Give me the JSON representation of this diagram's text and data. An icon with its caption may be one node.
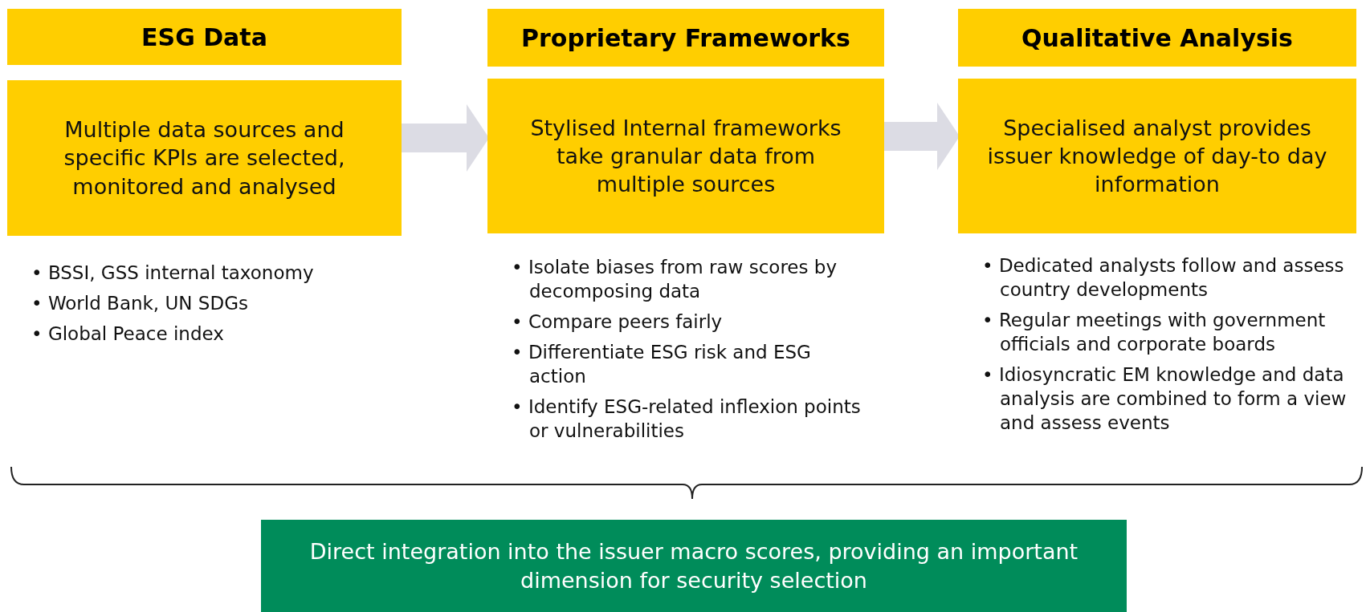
{
  "diagram": {
    "nodes": [
      {
        "text": [
          "ESG Data"
        ]
      },
      {
        "text": [
          "Multiple data sources and specific KPIs are selected, monitored and analysed"
        ],
        "beside": [
          "• BSSI, GSS internal taxonomy",
          "• World Bank, UN SDGs",
          "• Global Peace index"
        ]
      },
      {
        "text": [
          "Proprietary Frameworks"
        ]
      },
      {
        "text": [
          "Stylised Internal frameworks take granular data from multiple sources"
        ],
        "beside": [
          "• Isolate biases from raw scores by decomposing data",
          "• Compare peers fairly",
          "• Differentiate ESG risk and ESG action",
          "• Identify ESG-related inflexion points or vulnerabilities"
        ]
      },
      {
        "text": [
          "Qualitative Analysis"
        ]
      },
      {
        "text": [
          "Specialised analyst provides issuer knowledge of day-to day information"
        ],
        "beside": [
          "• Dedicated analysts follow and assess country developments",
          "• Regular meetings with government officials and corporate boards",
          "• Idiosyncratic EM knowledge and data analysis are combined to form a view and assess events"
        ]
      },
      {
        "text": [
          "Direct integration into the issuer macro scores, providing an important dimension for security selection"
        ]
      }
    ],
    "edges": [
      {
        "from": 1,
        "to": 3,
        "arrow": "to"
      },
      {
        "from": 3,
        "to": 5,
        "arrow": "to"
      }
    ]
  }
}
